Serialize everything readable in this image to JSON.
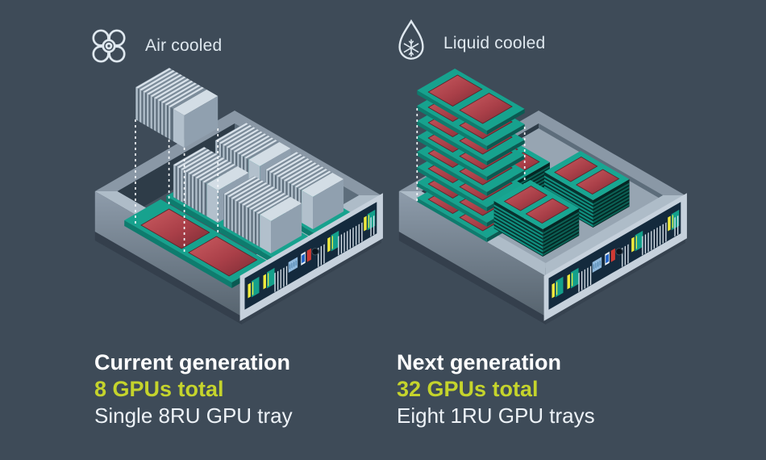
{
  "page": {
    "background": "#3e4b58"
  },
  "left": {
    "icon": "fan-icon",
    "cooling_label": "Air cooled",
    "heading": "Current generation",
    "gpu_total": "8 GPUs total",
    "description": "Single 8RU GPU tray"
  },
  "right": {
    "icon": "droplet-snowflake-icon",
    "cooling_label": "Liquid cooled",
    "heading": "Next generation",
    "gpu_total": "32 GPUs total",
    "description": "Eight 1RU GPU trays"
  },
  "colors": {
    "accent_text": "#c5d42c",
    "heading_text": "#ffffff",
    "body_text": "#edf2f7",
    "label_text": "#dfe8ef",
    "pcb_teal": "#17a28e",
    "pcb_teal_side": "#0e7c6e",
    "pcb_teal_dark": "#0a5a52",
    "gpu_die_red": "#a93f48",
    "heatsink_silver": "#d9e2ea",
    "chassis_silver": "#c6d1dc",
    "chassis_wall": "#8e9cab",
    "panel_navy": "#142a3d",
    "port_yellow": "#f0ea3d",
    "port_teal": "#14a08b",
    "vga_blue": "#8fb9dd",
    "usb_blue": "#1f63c9",
    "usb_red": "#cf3a33",
    "dashed_line": "#f2f6f9"
  }
}
